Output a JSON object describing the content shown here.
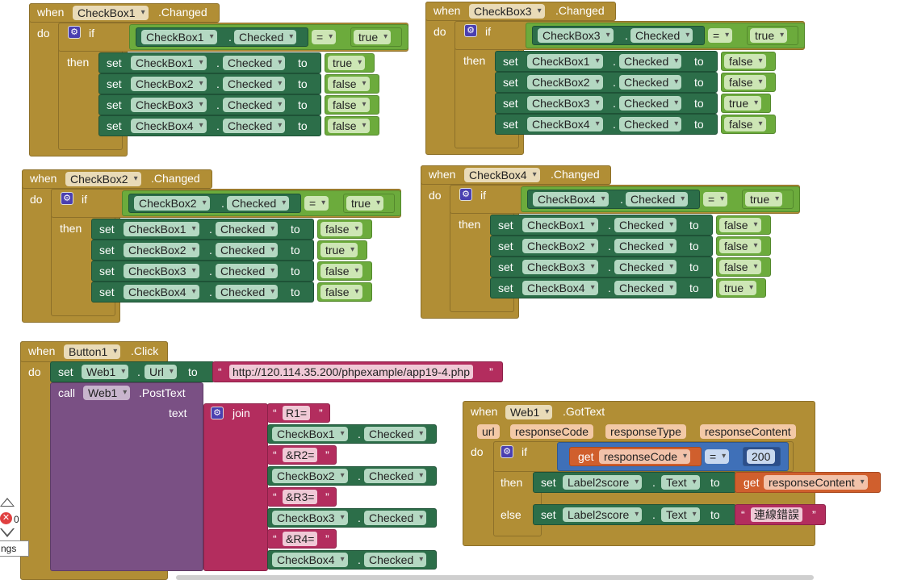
{
  "kw": {
    "when": "when",
    "do": "do",
    "if": "if",
    "then": "then",
    "else": "else",
    "set": "set",
    "to": "to",
    "call": "call",
    "join": "join",
    "text": "text",
    "get": "get",
    "dot": "."
  },
  "events": {
    "cb1": {
      "component": "CheckBox1",
      "event": ".Changed",
      "cond_component": "CheckBox1",
      "cond_prop": "Checked",
      "op": "=",
      "cond_value": "true",
      "rows": [
        {
          "c": "CheckBox1",
          "p": "Checked",
          "v": "true"
        },
        {
          "c": "CheckBox2",
          "p": "Checked",
          "v": "false"
        },
        {
          "c": "CheckBox3",
          "p": "Checked",
          "v": "false"
        },
        {
          "c": "CheckBox4",
          "p": "Checked",
          "v": "false"
        }
      ]
    },
    "cb3": {
      "component": "CheckBox3",
      "event": ".Changed",
      "cond_component": "CheckBox3",
      "cond_prop": "Checked",
      "op": "=",
      "cond_value": "true",
      "rows": [
        {
          "c": "CheckBox1",
          "p": "Checked",
          "v": "false"
        },
        {
          "c": "CheckBox2",
          "p": "Checked",
          "v": "false"
        },
        {
          "c": "CheckBox3",
          "p": "Checked",
          "v": "true"
        },
        {
          "c": "CheckBox4",
          "p": "Checked",
          "v": "false"
        }
      ]
    },
    "cb2": {
      "component": "CheckBox2",
      "event": ".Changed",
      "cond_component": "CheckBox2",
      "cond_prop": "Checked",
      "op": "=",
      "cond_value": "true",
      "rows": [
        {
          "c": "CheckBox1",
          "p": "Checked",
          "v": "false"
        },
        {
          "c": "CheckBox2",
          "p": "Checked",
          "v": "true"
        },
        {
          "c": "CheckBox3",
          "p": "Checked",
          "v": "false"
        },
        {
          "c": "CheckBox4",
          "p": "Checked",
          "v": "false"
        }
      ]
    },
    "cb4": {
      "component": "CheckBox4",
      "event": ".Changed",
      "cond_component": "CheckBox4",
      "cond_prop": "Checked",
      "op": "=",
      "cond_value": "true",
      "rows": [
        {
          "c": "CheckBox1",
          "p": "Checked",
          "v": "false"
        },
        {
          "c": "CheckBox2",
          "p": "Checked",
          "v": "false"
        },
        {
          "c": "CheckBox3",
          "p": "Checked",
          "v": "false"
        },
        {
          "c": "CheckBox4",
          "p": "Checked",
          "v": "true"
        }
      ]
    }
  },
  "button1": {
    "component": "Button1",
    "event": ".Click",
    "set_component": "Web1",
    "set_prop": "Url",
    "url": "http://120.114.35.200/phpexample/app19-4.php",
    "call_component": "Web1",
    "call_method": ".PostText",
    "join_items": [
      {
        "kind": "str",
        "v": "R1="
      },
      {
        "kind": "prop",
        "c": "CheckBox1",
        "p": "Checked"
      },
      {
        "kind": "str",
        "v": "&R2="
      },
      {
        "kind": "prop",
        "c": "CheckBox2",
        "p": "Checked"
      },
      {
        "kind": "str",
        "v": "&R3="
      },
      {
        "kind": "prop",
        "c": "CheckBox3",
        "p": "Checked"
      },
      {
        "kind": "str",
        "v": "&R4="
      },
      {
        "kind": "prop",
        "c": "CheckBox4",
        "p": "Checked"
      }
    ]
  },
  "gottext": {
    "component": "Web1",
    "event": ".GotText",
    "params": [
      "url",
      "responseCode",
      "responseType",
      "responseContent"
    ],
    "cond_var": "responseCode",
    "op": "=",
    "cond_num": "200",
    "then_component": "Label2score",
    "then_prop": "Text",
    "then_var": "responseContent",
    "else_component": "Label2score",
    "else_prop": "Text",
    "else_str": "連線錯誤"
  },
  "workspace": {
    "warn_count": "0",
    "settings_label": "ngs"
  },
  "colors": {
    "event": "#b18e35",
    "setter": "#2c6e49",
    "logic": "#6cab3c",
    "text": "#b32d5e",
    "procedure": "#7a5084",
    "variable": "#d05f2d",
    "math": "#3f70b8"
  }
}
